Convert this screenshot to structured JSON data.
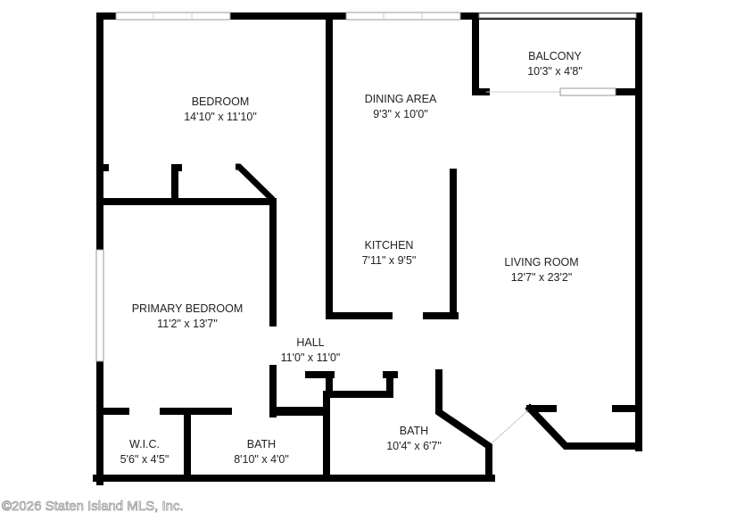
{
  "rooms": [
    {
      "name": "BEDROOM",
      "size": "14'10\" x 11'10\""
    },
    {
      "name": "DINING AREA",
      "size": "9'3\" x 10'0\""
    },
    {
      "name": "BALCONY",
      "size": "10'3\" x 4'8\""
    },
    {
      "name": "KITCHEN",
      "size": "7'11\" x 9'5\""
    },
    {
      "name": "LIVING ROOM",
      "size": "12'7\" x 23'2\""
    },
    {
      "name": "PRIMARY BEDROOM",
      "size": "11'2\" x 13'7\""
    },
    {
      "name": "HALL",
      "size": "11'0\" x 11'0\""
    },
    {
      "name": "W.I.C.",
      "size": "5'6\" x 4'5\""
    },
    {
      "name": "BATH",
      "size": "8'10\" x 4'0\""
    },
    {
      "name": "BATH",
      "size": "10'4\" x 6'7\""
    }
  ],
  "watermark": "©2026 Staten Island MLS, Inc."
}
